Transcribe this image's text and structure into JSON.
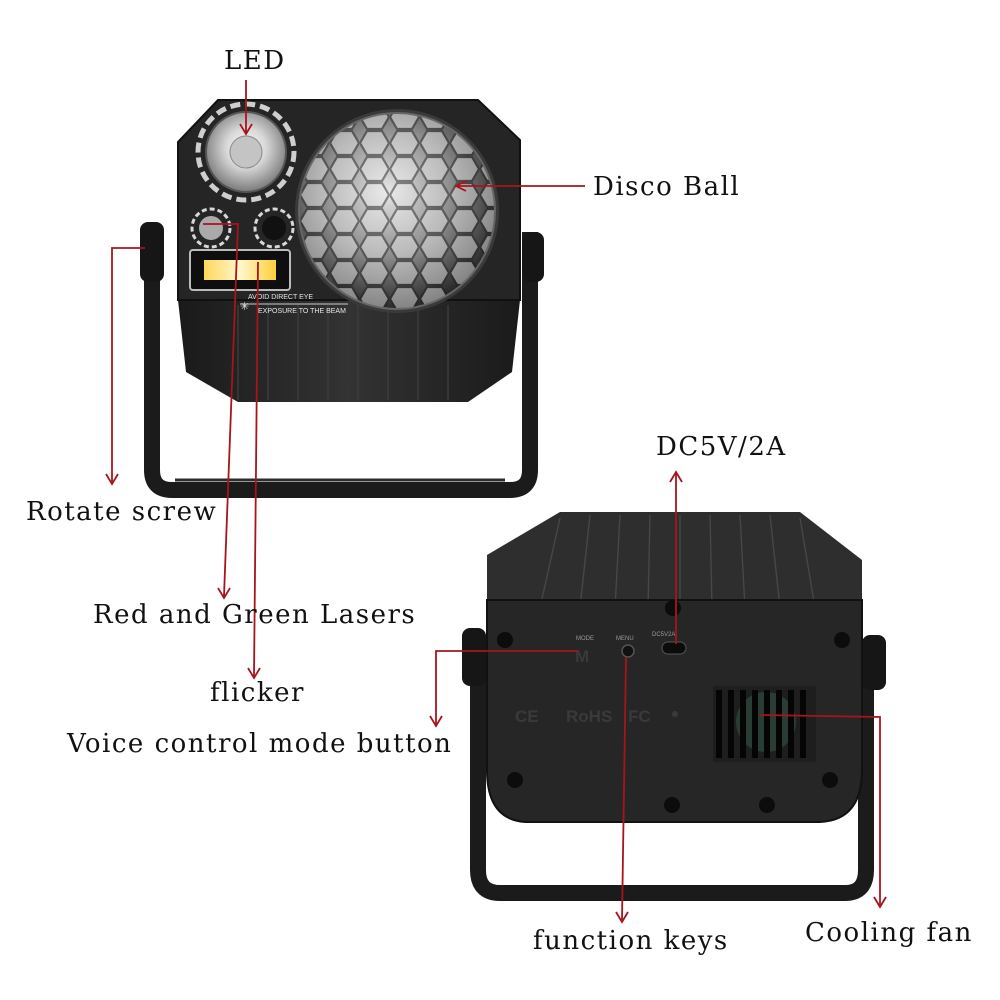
{
  "labels": {
    "led": "LED",
    "disco_ball": "Disco Ball",
    "rotate_screw": "Rotate screw",
    "lasers": "Red and Green Lasers",
    "flicker": "flicker",
    "voice_button": "Voice control mode button",
    "dc_power": "DC5V/2A",
    "function_keys": "function keys",
    "cooling_fan": "Cooling fan"
  },
  "device_text": {
    "warning_top": "AVOID DIRECT EYE",
    "warning_bottom": "EXPOSURE TO THE BEAM",
    "ce": "CE",
    "rohs": "RoHS",
    "fc": "FC"
  },
  "colors": {
    "pointer": "#a8141e",
    "body": "#2a2a2a",
    "panel": "#1c1c1c"
  }
}
